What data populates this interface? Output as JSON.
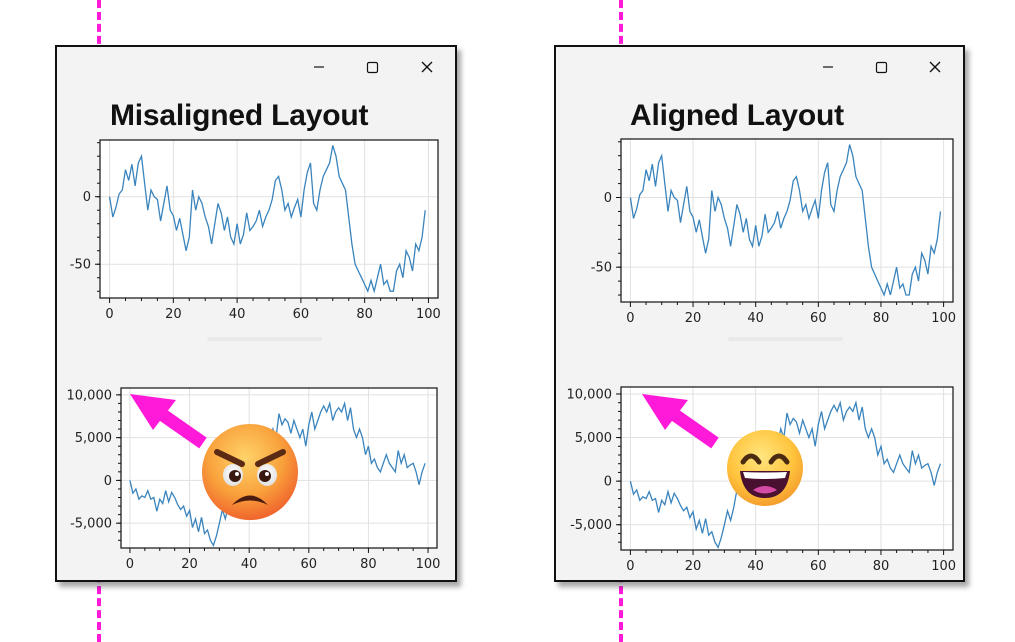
{
  "windows": [
    {
      "id": "misaligned",
      "title": "Misaligned Layout",
      "emoji": "angry-face",
      "controls": [
        "minimize-icon",
        "maximize-icon",
        "close-icon"
      ]
    },
    {
      "id": "aligned",
      "title": "Aligned Layout",
      "emoji": "grinning-face",
      "controls": [
        "minimize-icon",
        "maximize-icon",
        "close-icon"
      ]
    }
  ],
  "colors": {
    "guide": "#ff1ad9",
    "line": "#3a84bd",
    "arrow": "#ff1ad9",
    "grid": "#e1e1e1"
  },
  "chart_data": [
    {
      "id": "top-chart",
      "type": "line",
      "xlim": [
        -3,
        103
      ],
      "ylim": [
        -75,
        42
      ],
      "xticks": [
        "0",
        "20",
        "40",
        "60",
        "80",
        "100"
      ],
      "yticks": [
        "0",
        "-50"
      ],
      "series": [
        {
          "x": [
            0,
            1,
            2,
            3,
            4,
            5,
            6,
            7,
            8,
            9,
            10,
            11,
            12,
            13,
            14,
            15,
            16,
            17,
            18,
            19,
            20,
            21,
            22,
            23,
            24,
            25,
            26,
            27,
            28,
            29,
            30,
            31,
            32,
            33,
            34,
            35,
            36,
            37,
            38,
            39,
            40,
            41,
            42,
            43,
            44,
            45,
            46,
            47,
            48,
            49,
            50,
            51,
            52,
            53,
            54,
            55,
            56,
            57,
            58,
            59,
            60,
            61,
            62,
            63,
            64,
            65,
            66,
            67,
            68,
            69,
            70,
            71,
            72,
            73,
            74,
            75,
            76,
            77,
            78,
            79,
            80,
            81,
            82,
            83,
            84,
            85,
            86,
            87,
            88,
            89,
            90,
            91,
            92,
            93,
            94,
            95,
            96,
            97,
            98,
            99
          ],
          "y": [
            0,
            -15,
            -8,
            2,
            5,
            20,
            12,
            24,
            8,
            25,
            30,
            10,
            -10,
            5,
            0,
            -2,
            -18,
            -5,
            8,
            -10,
            -14,
            -25,
            -16,
            -28,
            -40,
            -30,
            5,
            -10,
            0,
            -5,
            -15,
            -22,
            -35,
            -20,
            -5,
            -12,
            -25,
            -15,
            -30,
            -35,
            -20,
            -35,
            -28,
            -12,
            -25,
            -22,
            -18,
            -10,
            -22,
            -15,
            -10,
            -2,
            12,
            15,
            5,
            -10,
            -5,
            -15,
            -8,
            -2,
            -15,
            5,
            18,
            25,
            -5,
            -10,
            5,
            15,
            20,
            25,
            38,
            30,
            15,
            10,
            5,
            -15,
            -35,
            -50,
            -55,
            -60,
            -65,
            -70,
            -62,
            -70,
            -60,
            -50,
            -65,
            -62,
            -70,
            -70,
            -55,
            -50,
            -60,
            -40,
            -45,
            -55,
            -35,
            -40,
            -30,
            -10
          ]
        }
      ]
    },
    {
      "id": "bottom-chart",
      "type": "line",
      "xlim": [
        -3,
        103
      ],
      "ylim": [
        -7900,
        10800
      ],
      "xticks": [
        "0",
        "20",
        "40",
        "60",
        "80",
        "100"
      ],
      "yticks": [
        "10,000",
        "5,000",
        "0",
        "-5,000"
      ],
      "series": [
        {
          "x": [
            0,
            1,
            2,
            3,
            4,
            5,
            6,
            7,
            8,
            9,
            10,
            11,
            12,
            13,
            14,
            15,
            16,
            17,
            18,
            19,
            20,
            21,
            22,
            23,
            24,
            25,
            26,
            27,
            28,
            29,
            30,
            31,
            32,
            33,
            34,
            35,
            36,
            37,
            38,
            39,
            40,
            41,
            42,
            43,
            44,
            45,
            46,
            47,
            48,
            49,
            50,
            51,
            52,
            53,
            54,
            55,
            56,
            57,
            58,
            59,
            60,
            61,
            62,
            63,
            64,
            65,
            66,
            67,
            68,
            69,
            70,
            71,
            72,
            73,
            74,
            75,
            76,
            77,
            78,
            79,
            80,
            81,
            82,
            83,
            84,
            85,
            86,
            87,
            88,
            89,
            90,
            91,
            92,
            93,
            94,
            95,
            96,
            97,
            98,
            99
          ],
          "y": [
            0,
            -1500,
            -1000,
            -2200,
            -1800,
            -2000,
            -1200,
            -2200,
            -2000,
            -3600,
            -2200,
            -2700,
            -1200,
            -2500,
            -1400,
            -2000,
            -2800,
            -3400,
            -3000,
            -4200,
            -3500,
            -5500,
            -4500,
            -6000,
            -4300,
            -6200,
            -5800,
            -7000,
            -7600,
            -6500,
            -5000,
            -3400,
            -4500,
            -3000,
            -1000,
            0,
            -2000,
            -500,
            2000,
            3500,
            2000,
            4000,
            4500,
            3500,
            5000,
            3000,
            4500,
            4000,
            6000,
            5000,
            7800,
            6500,
            7200,
            6800,
            5500,
            7000,
            6000,
            5000,
            6000,
            4000,
            6500,
            8000,
            6000,
            7000,
            8000,
            8700,
            8000,
            9000,
            7000,
            8000,
            8500,
            8000,
            9000,
            7000,
            8500,
            6000,
            5000,
            6000,
            5000,
            3000,
            4000,
            2000,
            2500,
            1500,
            1000,
            2000,
            3000,
            2000,
            1500,
            1000,
            3500,
            2000,
            3000,
            1500,
            1800,
            2000,
            1000,
            -500,
            1000,
            2000
          ]
        }
      ]
    }
  ]
}
